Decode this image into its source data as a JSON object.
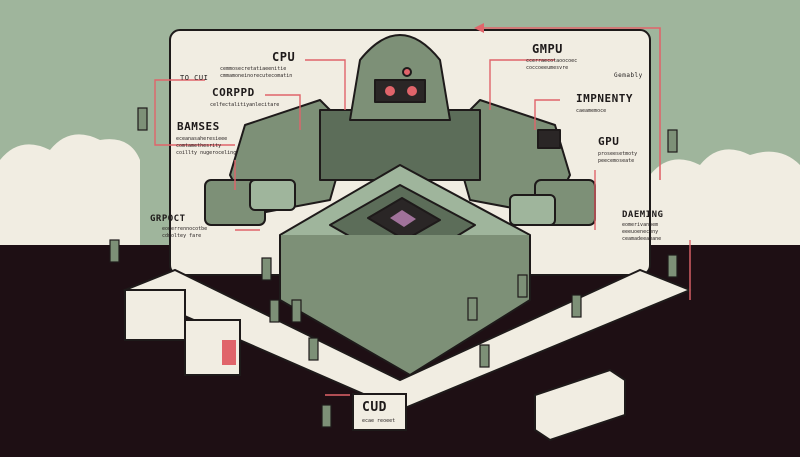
{
  "labels": {
    "cpu": "CPU",
    "gmpu": "GMPU",
    "to_cui": "TO CUI",
    "corppd": "CORPPD",
    "impnenty": "IMPNENTY",
    "gemably": "Gemably",
    "bamses": "BAMSES",
    "gpu": "GPU",
    "grpoct": "GRPOCT",
    "daeming": "DAEMING",
    "cud": "CUD"
  },
  "sublines": {
    "cpu": [
      "cemmosecretatiaeenitie",
      "cmmamoneinorecutecomatin"
    ],
    "gmpu": [
      "ccerraecotaoocoec",
      "coccoeeumesvre"
    ],
    "corppd": [
      "celfectalitiyanlecitare"
    ],
    "impnenty": [
      "caeamemoce"
    ],
    "bamses": [
      "eceanasaheresieee",
      "comtamethesrity",
      "coillty nugeroceling"
    ],
    "gpu": [
      "proseesetmoty",
      "peecemoseate"
    ],
    "grpoct": [
      "eonerrennocotbe",
      "cdmoltey fare"
    ],
    "daeming": [
      "eomerivanoem",
      "eeeuoeneceny",
      "ceamadeeamane"
    ],
    "cud": [
      "ecae reoeet"
    ]
  },
  "colors": {
    "sky": "#9fb59c",
    "ground": "#1e0f14",
    "armor": "#7d9077",
    "armor_dark": "#5c6d59",
    "accent": "#e0646a",
    "outline": "#1e1a1a",
    "paper": "#f1ede2"
  },
  "icons": [
    "chip-icon",
    "robot-visor-icon",
    "soldier-icon",
    "monitor-icon",
    "server-icon"
  ]
}
